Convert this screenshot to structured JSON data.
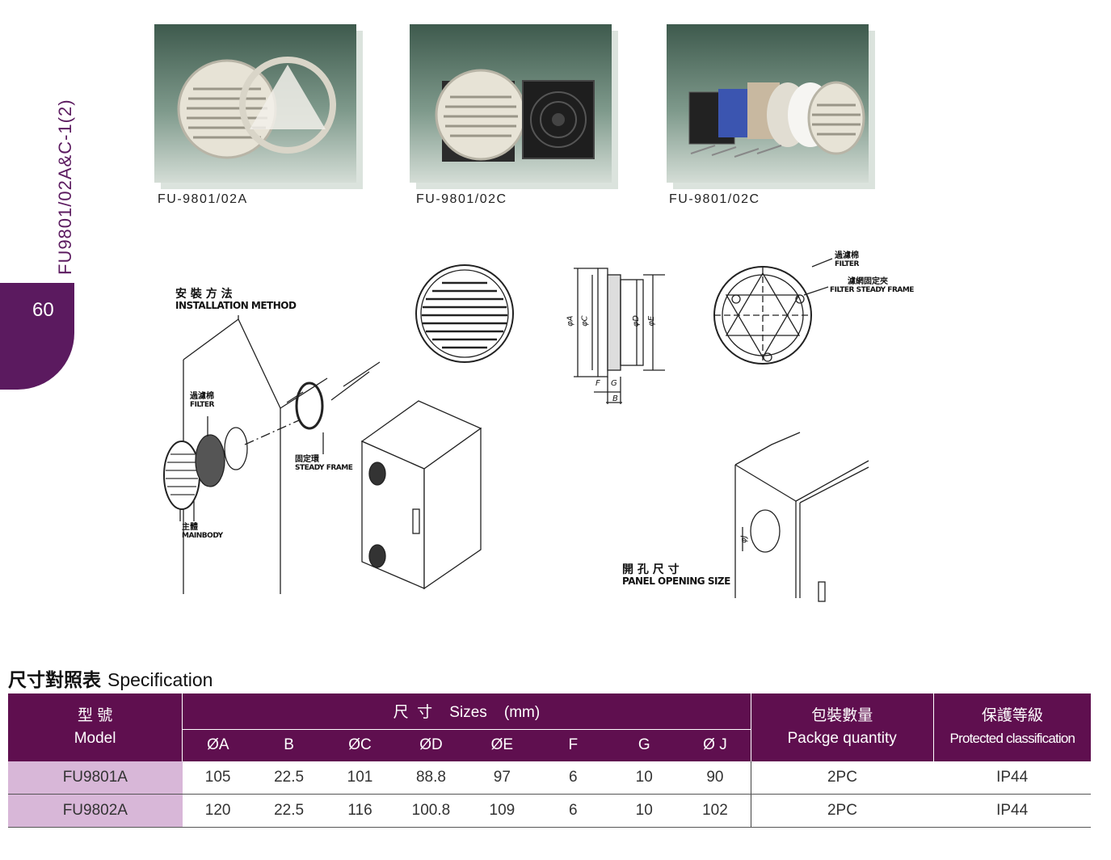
{
  "side": {
    "title": "FU9801/02A&C-1(2)",
    "page_number": "60"
  },
  "photos": [
    {
      "caption": "FU-9801/02A"
    },
    {
      "caption": "FU-9801/02C"
    },
    {
      "caption": "FU-9801/02C"
    }
  ],
  "diagram": {
    "install_zh": "安 裝 方 法",
    "install_en": "INSTALLATION METHOD",
    "filter_zh": "過濾棉",
    "filter_en": "FILTER",
    "steady_zh": "固定環",
    "steady_en": "STEADY FRAME",
    "main_zh": "主體",
    "main_en": "MAINBODY",
    "top_filter_zh": "過濾棉",
    "top_filter_en": "FILTER",
    "filter_steady_zh": "濾網固定夾",
    "filter_steady_en": "FILTER STEADY FRAME",
    "panel_zh": "開 孔 尺 寸",
    "panel_en": "PANEL OPENING SIZE",
    "dim_a": "φA",
    "dim_c": "φC",
    "dim_d": "φD",
    "dim_e": "φE",
    "dim_f": "F",
    "dim_g": "G",
    "dim_b": "B",
    "dim_j": "φJ"
  },
  "spec": {
    "title_zh": "尺寸對照表",
    "title_en": "Specification",
    "header": {
      "model_zh": "型 號",
      "model_en": "Model",
      "sizes": "尺  寸    Sizes    (mm)",
      "qty_zh": "包裝數量",
      "qty_en": "Packge quantity",
      "cls_zh": "保護等級",
      "cls_en": "Protected classification",
      "cols": [
        "ØA",
        "B",
        "ØC",
        "ØD",
        "ØE",
        "F",
        "G",
        "Ø J"
      ]
    },
    "rows": [
      {
        "model": "FU9801A",
        "values": [
          "105",
          "22.5",
          "101",
          "88.8",
          "97",
          "6",
          "10",
          "90"
        ],
        "qty": "2PC",
        "cls": "IP44"
      },
      {
        "model": "FU9802A",
        "values": [
          "120",
          "22.5",
          "116",
          "100.8",
          "109",
          "6",
          "10",
          "102"
        ],
        "qty": "2PC",
        "cls": "IP44"
      }
    ]
  }
}
